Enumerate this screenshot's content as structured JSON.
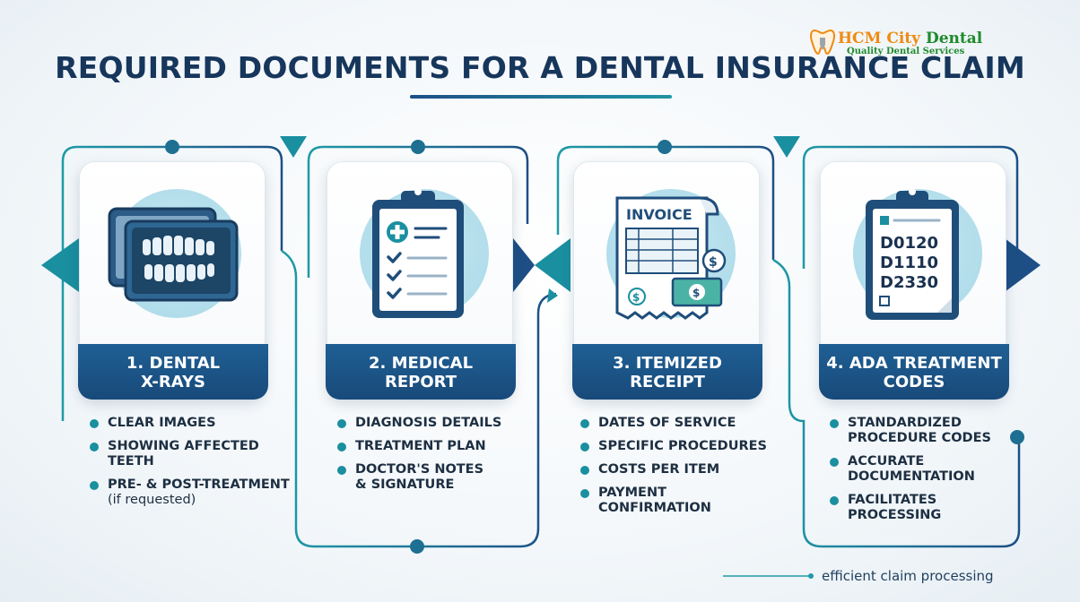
{
  "logo": {
    "brand_part1": "HCM City",
    "brand_part2": "Dental",
    "tagline": "Quality Dental Services"
  },
  "title": "REQUIRED DOCUMENTS FOR A DENTAL INSURANCE CLAIM",
  "steps": [
    {
      "label_line1": "1. DENTAL",
      "label_line2": "X-RAYS",
      "icon": "dental-xray-icon",
      "bullets": [
        {
          "line1": "CLEAR IMAGES"
        },
        {
          "line1": "SHOWING AFFECTED",
          "line2": "TEETH"
        },
        {
          "line1": "PRE- & POST-TREATMENT",
          "note": "(if requested)"
        }
      ]
    },
    {
      "label_line1": "2. MEDICAL",
      "label_line2": "REPORT",
      "icon": "clipboard-checklist-icon",
      "bullets": [
        {
          "line1": "DIAGNOSIS DETAILS"
        },
        {
          "line1": "TREATMENT PLAN"
        },
        {
          "line1": "DOCTOR'S NOTES",
          "line2": "& SIGNATURE"
        }
      ]
    },
    {
      "label_line1": "3. ITEMIZED",
      "label_line2": "RECEIPT",
      "icon": "invoice-icon",
      "icon_text": "INVOICE",
      "bullets": [
        {
          "line1": "DATES OF SERVICE"
        },
        {
          "line1": "SPECIFIC PROCEDURES"
        },
        {
          "line1": "COSTS PER ITEM"
        },
        {
          "line1": "PAYMENT",
          "line2": "CONFIRMATION"
        }
      ]
    },
    {
      "label_line1": "4. ADA TREATMENT",
      "label_line2": "CODES",
      "icon": "clipboard-codes-icon",
      "codes": [
        "D0120",
        "D1110",
        "D2330"
      ],
      "bullets": [
        {
          "line1": "STANDARDIZED",
          "line2": "PROCEDURE CODES"
        },
        {
          "line1": "ACCURATE",
          "line2": "DOCUMENTATION"
        },
        {
          "line1": "FACILITATES",
          "line2": "PROCESSING"
        }
      ]
    }
  ],
  "footer": "efficient claim processing",
  "colors": {
    "navy": "#17365c",
    "banner": "#1d568b",
    "teal": "#1a8fa0",
    "circle": "#b6deeb",
    "logo_orange": "#f08a12",
    "logo_green": "#1f8a2c"
  }
}
